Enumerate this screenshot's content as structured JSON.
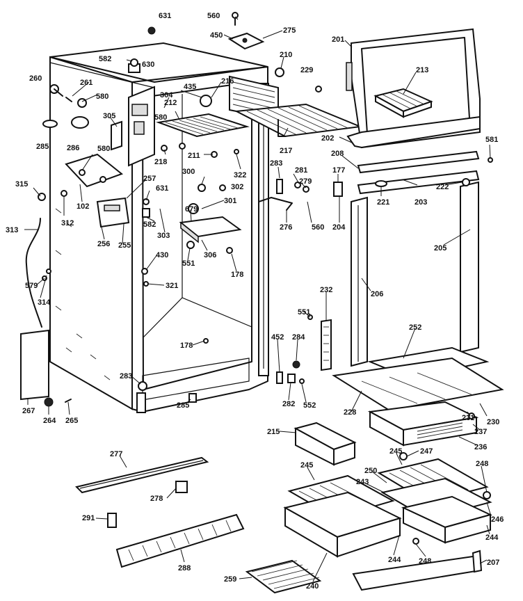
{
  "labels": [
    {
      "id": "631",
      "text": "631"
    },
    {
      "id": "560a",
      "text": "560"
    },
    {
      "id": "450",
      "text": "450"
    },
    {
      "id": "275",
      "text": "275"
    },
    {
      "id": "582",
      "text": "582"
    },
    {
      "id": "630",
      "text": "630"
    },
    {
      "id": "201",
      "text": "201"
    },
    {
      "id": "260",
      "text": "260"
    },
    {
      "id": "261",
      "text": "261"
    },
    {
      "id": "580a",
      "text": "580"
    },
    {
      "id": "435",
      "text": "435"
    },
    {
      "id": "216",
      "text": "216"
    },
    {
      "id": "210",
      "text": "210"
    },
    {
      "id": "229",
      "text": "229"
    },
    {
      "id": "213",
      "text": "213"
    },
    {
      "id": "304",
      "text": "304"
    },
    {
      "id": "580b",
      "text": "580"
    },
    {
      "id": "212",
      "text": "212"
    },
    {
      "id": "305",
      "text": "305"
    },
    {
      "id": "285a",
      "text": "285"
    },
    {
      "id": "286",
      "text": "286"
    },
    {
      "id": "580c",
      "text": "580"
    },
    {
      "id": "218",
      "text": "218"
    },
    {
      "id": "211",
      "text": "211"
    },
    {
      "id": "322",
      "text": "322"
    },
    {
      "id": "217",
      "text": "217"
    },
    {
      "id": "202",
      "text": "202"
    },
    {
      "id": "208",
      "text": "208"
    },
    {
      "id": "581",
      "text": "581"
    },
    {
      "id": "283",
      "text": "283"
    },
    {
      "id": "281",
      "text": "281"
    },
    {
      "id": "177",
      "text": "177"
    },
    {
      "id": "279",
      "text": "279"
    },
    {
      "id": "257",
      "text": "257"
    },
    {
      "id": "300",
      "text": "300"
    },
    {
      "id": "302",
      "text": "302"
    },
    {
      "id": "315",
      "text": "315"
    },
    {
      "id": "102",
      "text": "102"
    },
    {
      "id": "631b",
      "text": "631"
    },
    {
      "id": "301",
      "text": "301"
    },
    {
      "id": "221",
      "text": "221"
    },
    {
      "id": "203",
      "text": "203"
    },
    {
      "id": "222",
      "text": "222"
    },
    {
      "id": "312",
      "text": "312"
    },
    {
      "id": "582b",
      "text": "582"
    },
    {
      "id": "679",
      "text": "679"
    },
    {
      "id": "276",
      "text": "276"
    },
    {
      "id": "560b",
      "text": "560"
    },
    {
      "id": "204",
      "text": "204"
    },
    {
      "id": "313",
      "text": "313"
    },
    {
      "id": "256",
      "text": "256"
    },
    {
      "id": "255",
      "text": "255"
    },
    {
      "id": "303",
      "text": "303"
    },
    {
      "id": "306",
      "text": "306"
    },
    {
      "id": "205",
      "text": "205"
    },
    {
      "id": "430",
      "text": "430"
    },
    {
      "id": "551a",
      "text": "551"
    },
    {
      "id": "178a",
      "text": "178"
    },
    {
      "id": "579",
      "text": "579"
    },
    {
      "id": "314",
      "text": "314"
    },
    {
      "id": "321",
      "text": "321"
    },
    {
      "id": "206",
      "text": "206"
    },
    {
      "id": "232",
      "text": "232"
    },
    {
      "id": "551b",
      "text": "551"
    },
    {
      "id": "252",
      "text": "252"
    },
    {
      "id": "452",
      "text": "452"
    },
    {
      "id": "284a",
      "text": "284"
    },
    {
      "id": "178b",
      "text": "178"
    },
    {
      "id": "283b",
      "text": "283"
    },
    {
      "id": "228",
      "text": "228"
    },
    {
      "id": "231",
      "text": "231"
    },
    {
      "id": "230",
      "text": "230"
    },
    {
      "id": "267",
      "text": "267"
    },
    {
      "id": "285b",
      "text": "285"
    },
    {
      "id": "282",
      "text": "282"
    },
    {
      "id": "552",
      "text": "552"
    },
    {
      "id": "237",
      "text": "237"
    },
    {
      "id": "264",
      "text": "264"
    },
    {
      "id": "265",
      "text": "265"
    },
    {
      "id": "215",
      "text": "215"
    },
    {
      "id": "236",
      "text": "236"
    },
    {
      "id": "277",
      "text": "277"
    },
    {
      "id": "245a",
      "text": "245"
    },
    {
      "id": "247",
      "text": "247"
    },
    {
      "id": "248a",
      "text": "248"
    },
    {
      "id": "245b",
      "text": "245"
    },
    {
      "id": "250",
      "text": "250"
    },
    {
      "id": "243",
      "text": "243"
    },
    {
      "id": "278",
      "text": "278"
    },
    {
      "id": "246",
      "text": "246"
    },
    {
      "id": "291",
      "text": "291"
    },
    {
      "id": "244a",
      "text": "244"
    },
    {
      "id": "244b",
      "text": "244"
    },
    {
      "id": "248b",
      "text": "248"
    },
    {
      "id": "207",
      "text": "207"
    },
    {
      "id": "288",
      "text": "288"
    },
    {
      "id": "240",
      "text": "240"
    },
    {
      "id": "259",
      "text": "259"
    }
  ]
}
